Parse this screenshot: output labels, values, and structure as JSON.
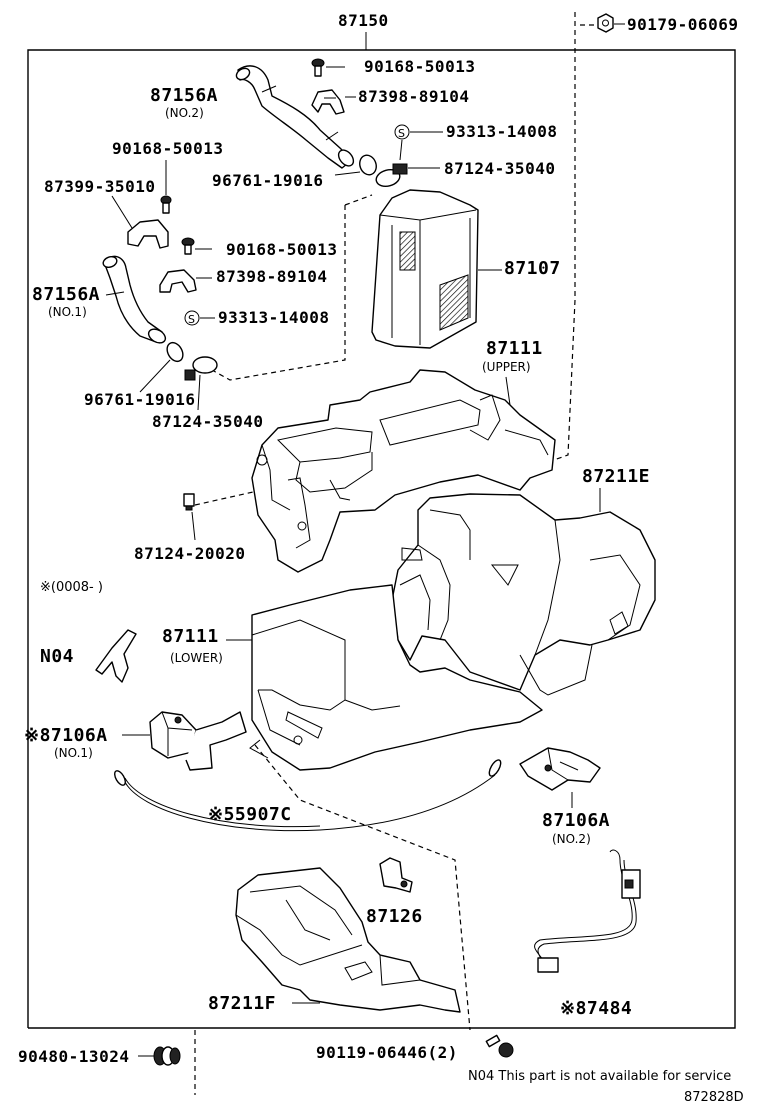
{
  "labels": {
    "assembly": "87150",
    "p90179": "90179-06069",
    "p90168_top": "90168-50013",
    "p87156A_no2": "87156A",
    "no2_a": "(NO.2)",
    "p87398_top": "87398-89104",
    "p93313_top": "93313-14008",
    "p90168_left": "90168-50013",
    "p96761_top": "96761-19016",
    "p87124_top": "87124-35040",
    "p87399": "87399-35010",
    "p90168_mid": "90168-50013",
    "p87107": "87107",
    "p87398_mid": "87398-89104",
    "p87156A_no1": "87156A",
    "no1_a": "(NO.1)",
    "p93313_mid": "93313-14008",
    "p87111_upper": "87111",
    "upper": "(UPPER)",
    "p96761_mid": "96761-19016",
    "p87124_mid": "87124-35040",
    "p87211E": "87211E",
    "p87124_20020": "87124-20020",
    "note_0008": "※(0008-   )",
    "p87111_lower": "87111",
    "lower": "(LOWER)",
    "n04": "N04",
    "p87106A_no1": "※87106A",
    "no1_b": "(NO.1)",
    "p55907C": "※55907C",
    "p87106A_no2": "87106A",
    "no2_b": "(NO.2)",
    "p87126": "87126",
    "p87211F": "87211F",
    "p87484": "※87484",
    "p90480": "90480-13024",
    "p90119": "90119-06446(2)",
    "footnote": "N04 This part is not available for service",
    "diagram_code": "872828D"
  },
  "icons": [
    "screw-icon",
    "nut-icon",
    "o-ring-icon",
    "clamp-icon",
    "s-circle-icon"
  ]
}
